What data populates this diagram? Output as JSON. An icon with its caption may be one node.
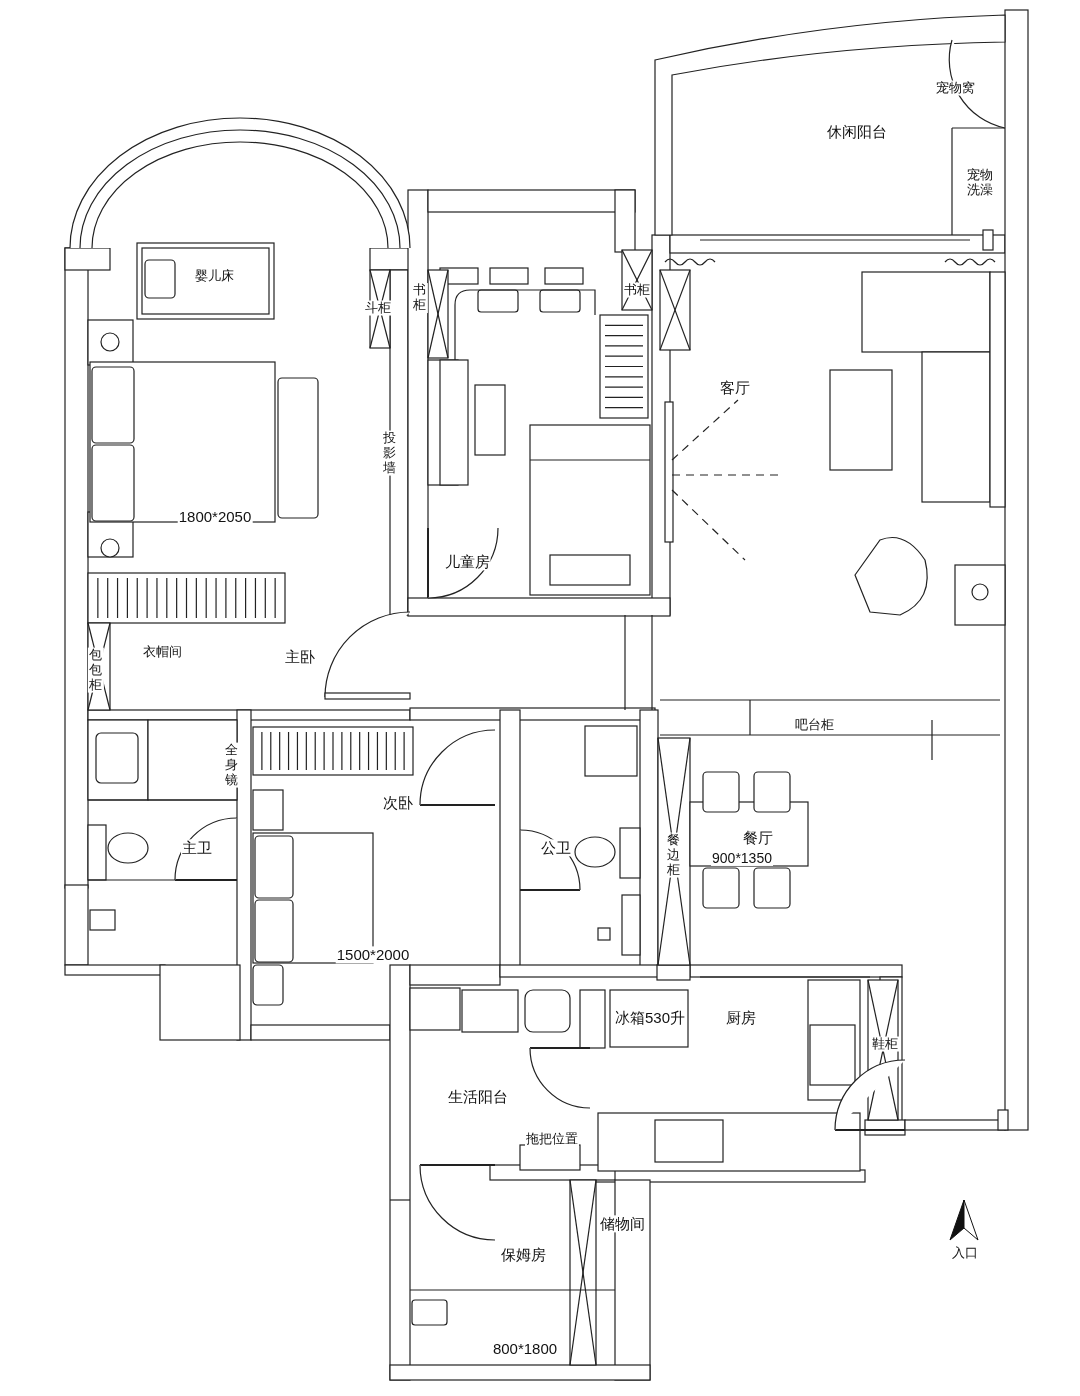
{
  "diagram": {
    "labels": [
      "宠物窝",
      "休闲阳台",
      "宠物洗澡",
      "婴儿床",
      "书柜",
      "书柜",
      "斗柜",
      "客厅",
      "投影墙",
      "1800*2050",
      "儿童房",
      "衣帽间",
      "主卧",
      "包包柜",
      "吧台柜",
      "全身镜",
      "次卧",
      "主卫",
      "公卫",
      "餐厅",
      "餐边柜",
      "900*1350",
      "1500*2000",
      "冰箱530升",
      "厨房",
      "鞋柜",
      "生活阳台",
      "拖把位置",
      "储物间",
      "保姆房",
      "入口",
      "800*1800"
    ]
  }
}
